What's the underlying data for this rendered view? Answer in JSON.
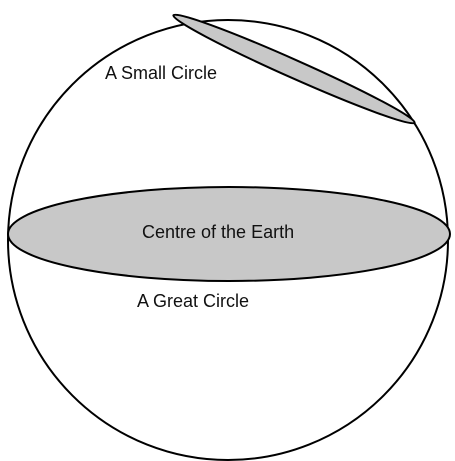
{
  "diagram": {
    "labels": {
      "small_circle": "A Small Circle",
      "centre": "Centre of the Earth",
      "great_circle": "A Great Circle"
    },
    "colors": {
      "outline": "#000000",
      "fill": "#c8c8c8",
      "background": "#ffffff"
    }
  }
}
